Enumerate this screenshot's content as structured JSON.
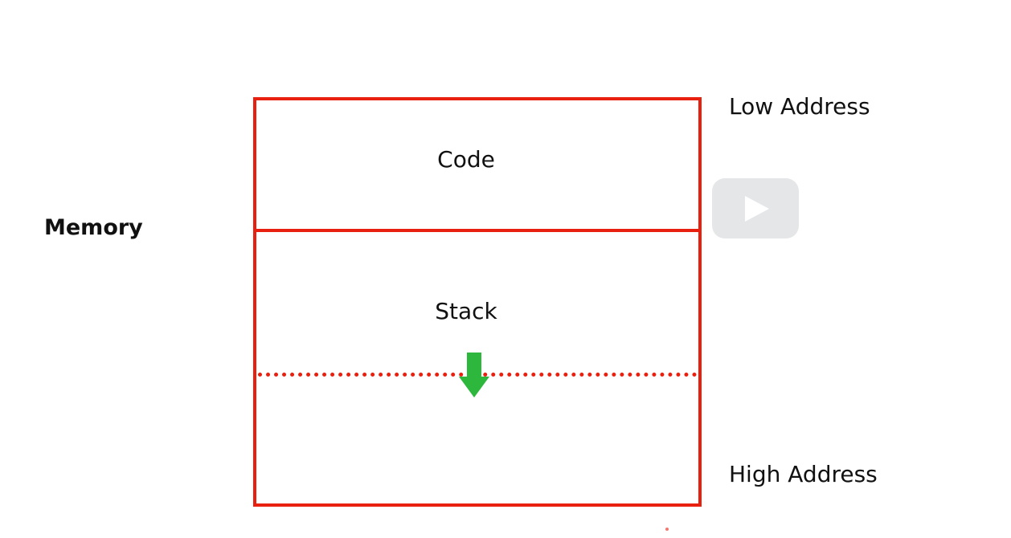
{
  "diagram": {
    "memory_label": "Memory",
    "segments": {
      "code": "Code",
      "stack": "Stack"
    },
    "addresses": {
      "low": "Low Address",
      "high": "High Address"
    },
    "colors": {
      "border": "#e8200f",
      "arrow": "#2db83d",
      "play_button": "#e3e4e6"
    },
    "icons": {
      "stack_growth": "down-arrow-icon",
      "video": "play-icon"
    }
  }
}
